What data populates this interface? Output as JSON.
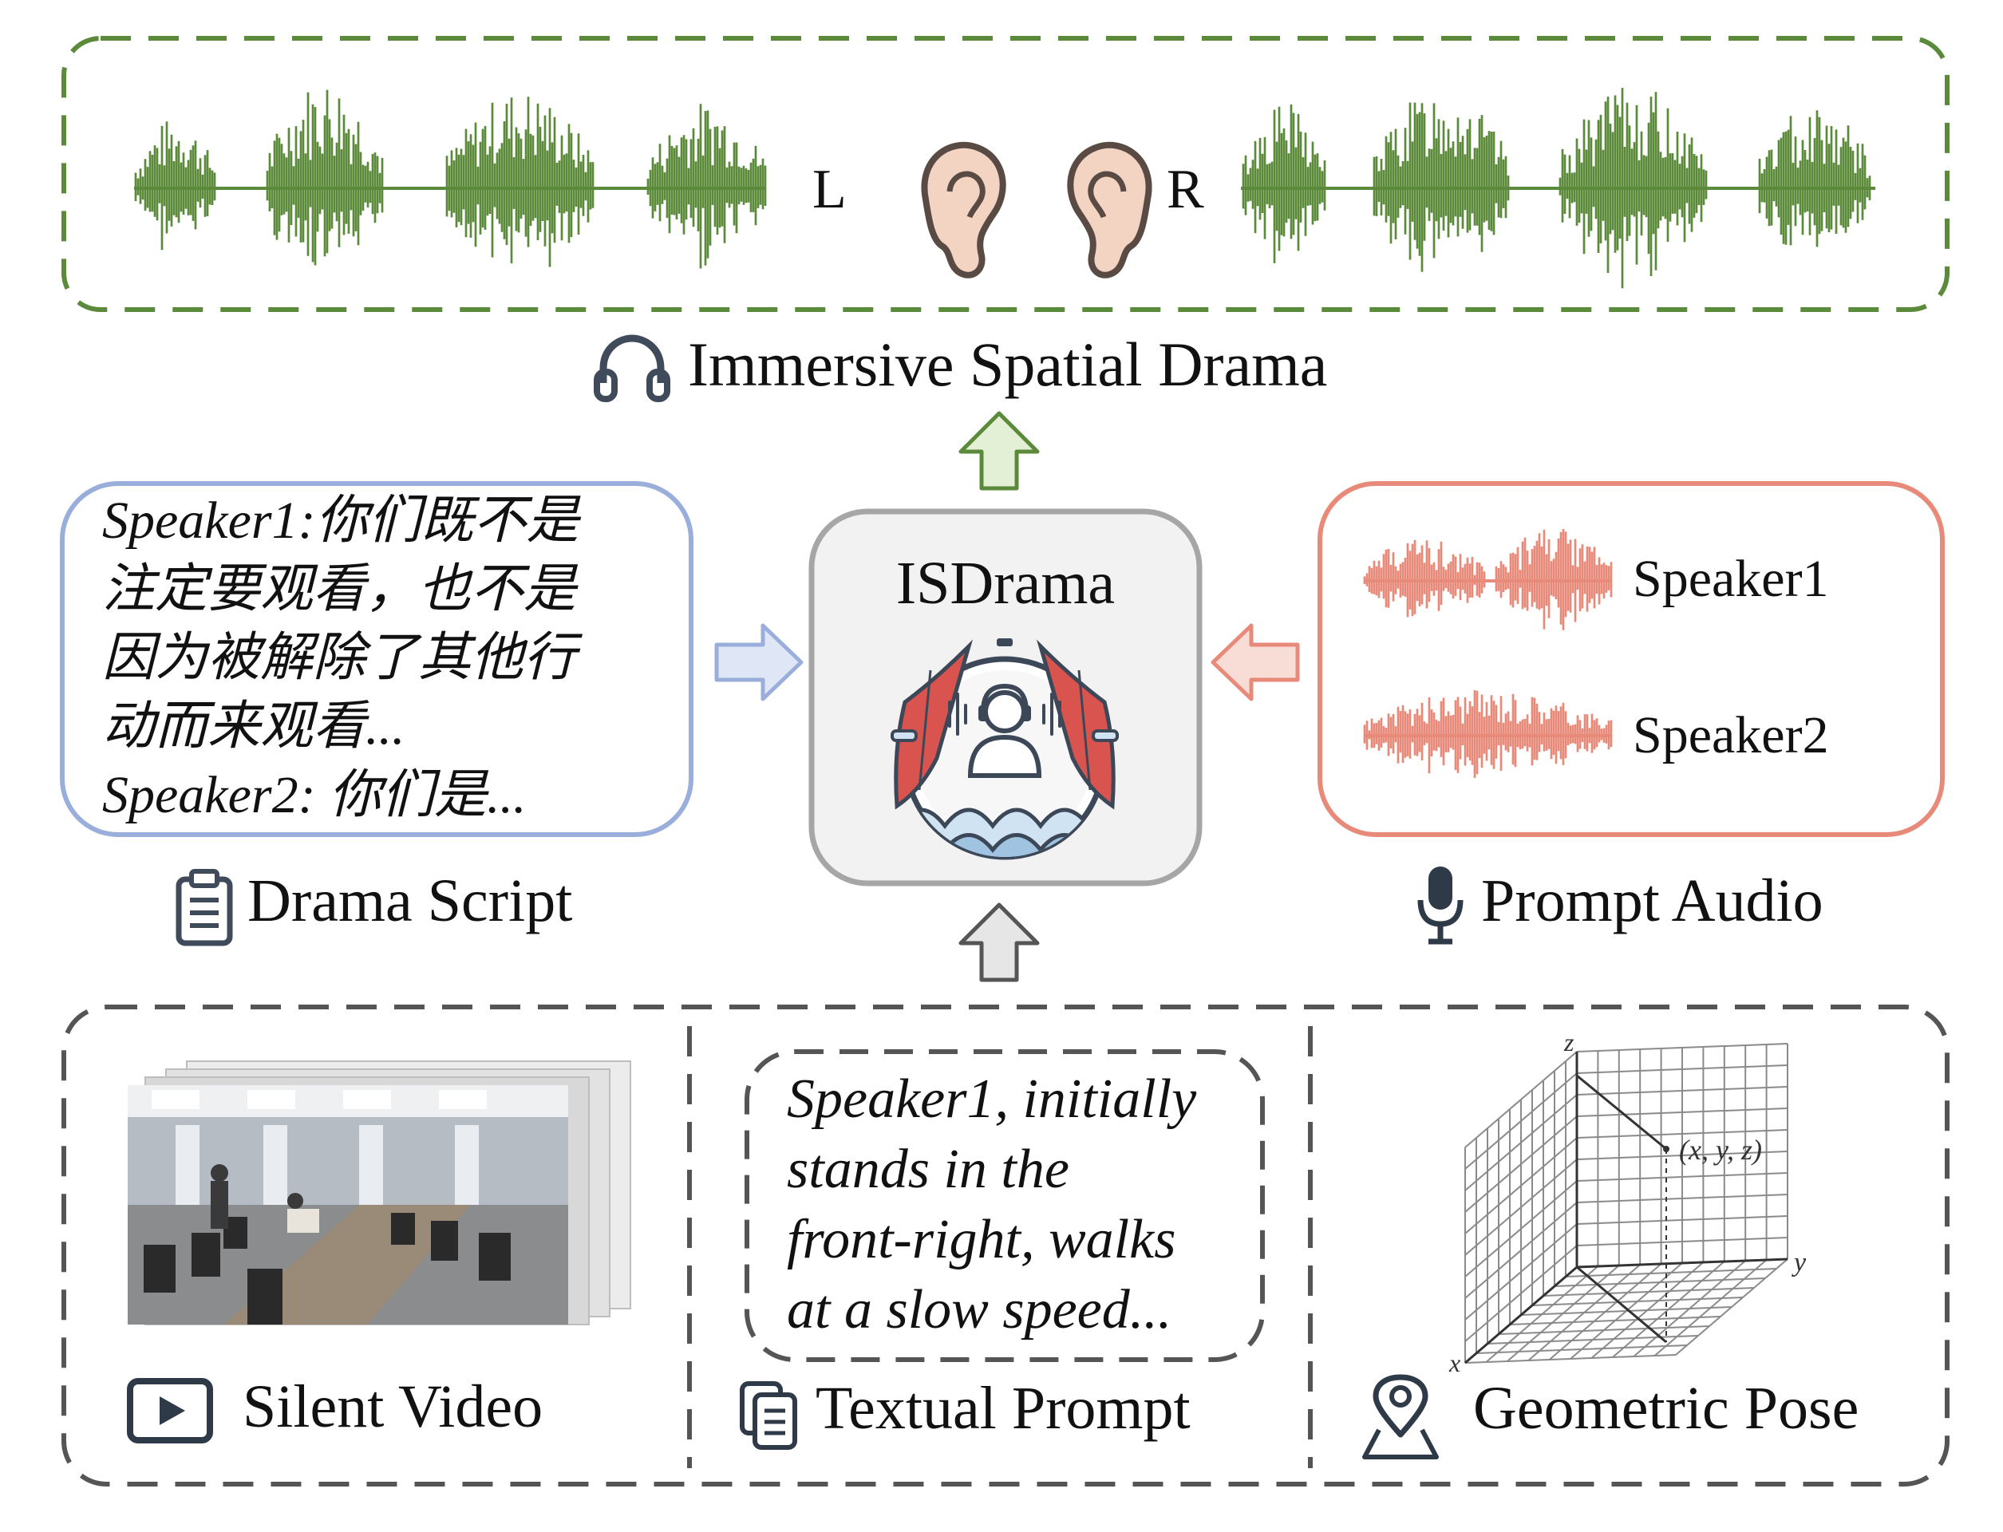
{
  "output": {
    "channel_left": "L",
    "channel_right": "R",
    "title": "Immersive Spatial Drama",
    "icon": "headphones-icon"
  },
  "center": {
    "title": "ISDrama",
    "icon": "theater-listener-icon"
  },
  "script": {
    "lines": [
      "Speaker1:你们既不是",
      "注定要观看，也不是",
      "因为被解除了其他行",
      "动而来观看...",
      "Speaker2: 你们是..."
    ],
    "label": "Drama Script",
    "icon": "clipboard-icon"
  },
  "audio": {
    "speakers": [
      "Speaker1",
      "Speaker2"
    ],
    "label": "Prompt Audio",
    "icon": "microphone-icon"
  },
  "bottom": {
    "video": {
      "label": "Silent Video",
      "icon": "play-video-icon"
    },
    "prompt": {
      "lines": [
        "Speaker1, initially",
        "stands in the",
        "front-right, walks",
        "at a slow speed..."
      ],
      "label": "Textual Prompt",
      "icon": "document-copy-icon"
    },
    "pose": {
      "label": "Geometric Pose",
      "icon": "location-pin-icon",
      "axis_x": "x",
      "axis_y": "y",
      "axis_z": "z",
      "point_label": "(x, y, z)"
    }
  },
  "colors": {
    "green": "#5b8a3a",
    "blue": "#9aaedb",
    "red": "#e88a7a",
    "gray_box": "#f2f2f2",
    "gray_border": "#a6a6a6",
    "dash": "#555555"
  }
}
